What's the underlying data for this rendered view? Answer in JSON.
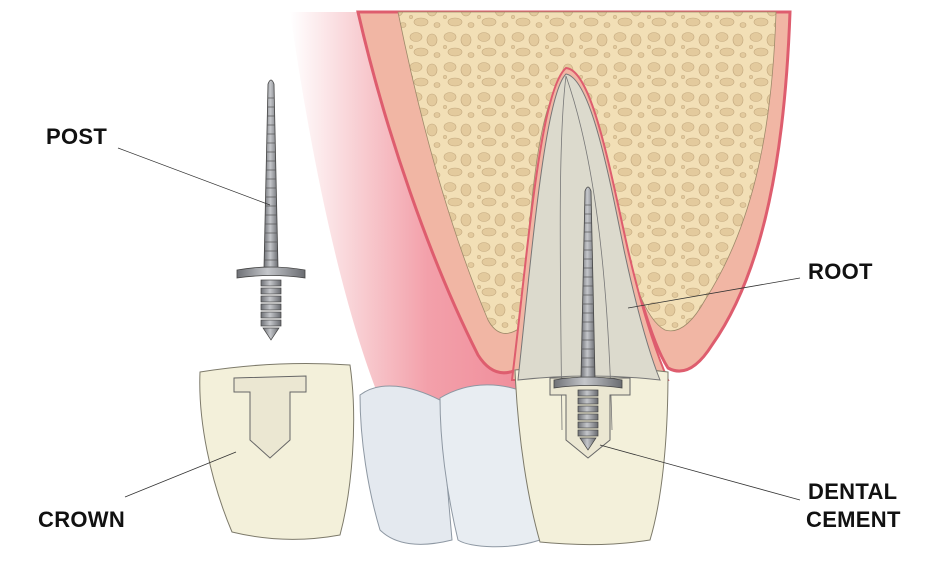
{
  "labels": {
    "post": "POST",
    "root": "ROOT",
    "crown": "CROWN",
    "dental_cement_line1": "DENTAL",
    "dental_cement_line2": "CEMENT"
  },
  "colors": {
    "gum": "#f3a3ac",
    "mucosa": "#f1b6a4",
    "mucosa_edge": "#de5d6e",
    "bone": "#f2dfb6",
    "bone_pore": "#e2c99c",
    "root": "#dcdacd",
    "crown": "#f3f0da",
    "neighbor_teeth": "#e4e9ef",
    "post_metal": "#8d8f94",
    "text": "#111111"
  }
}
